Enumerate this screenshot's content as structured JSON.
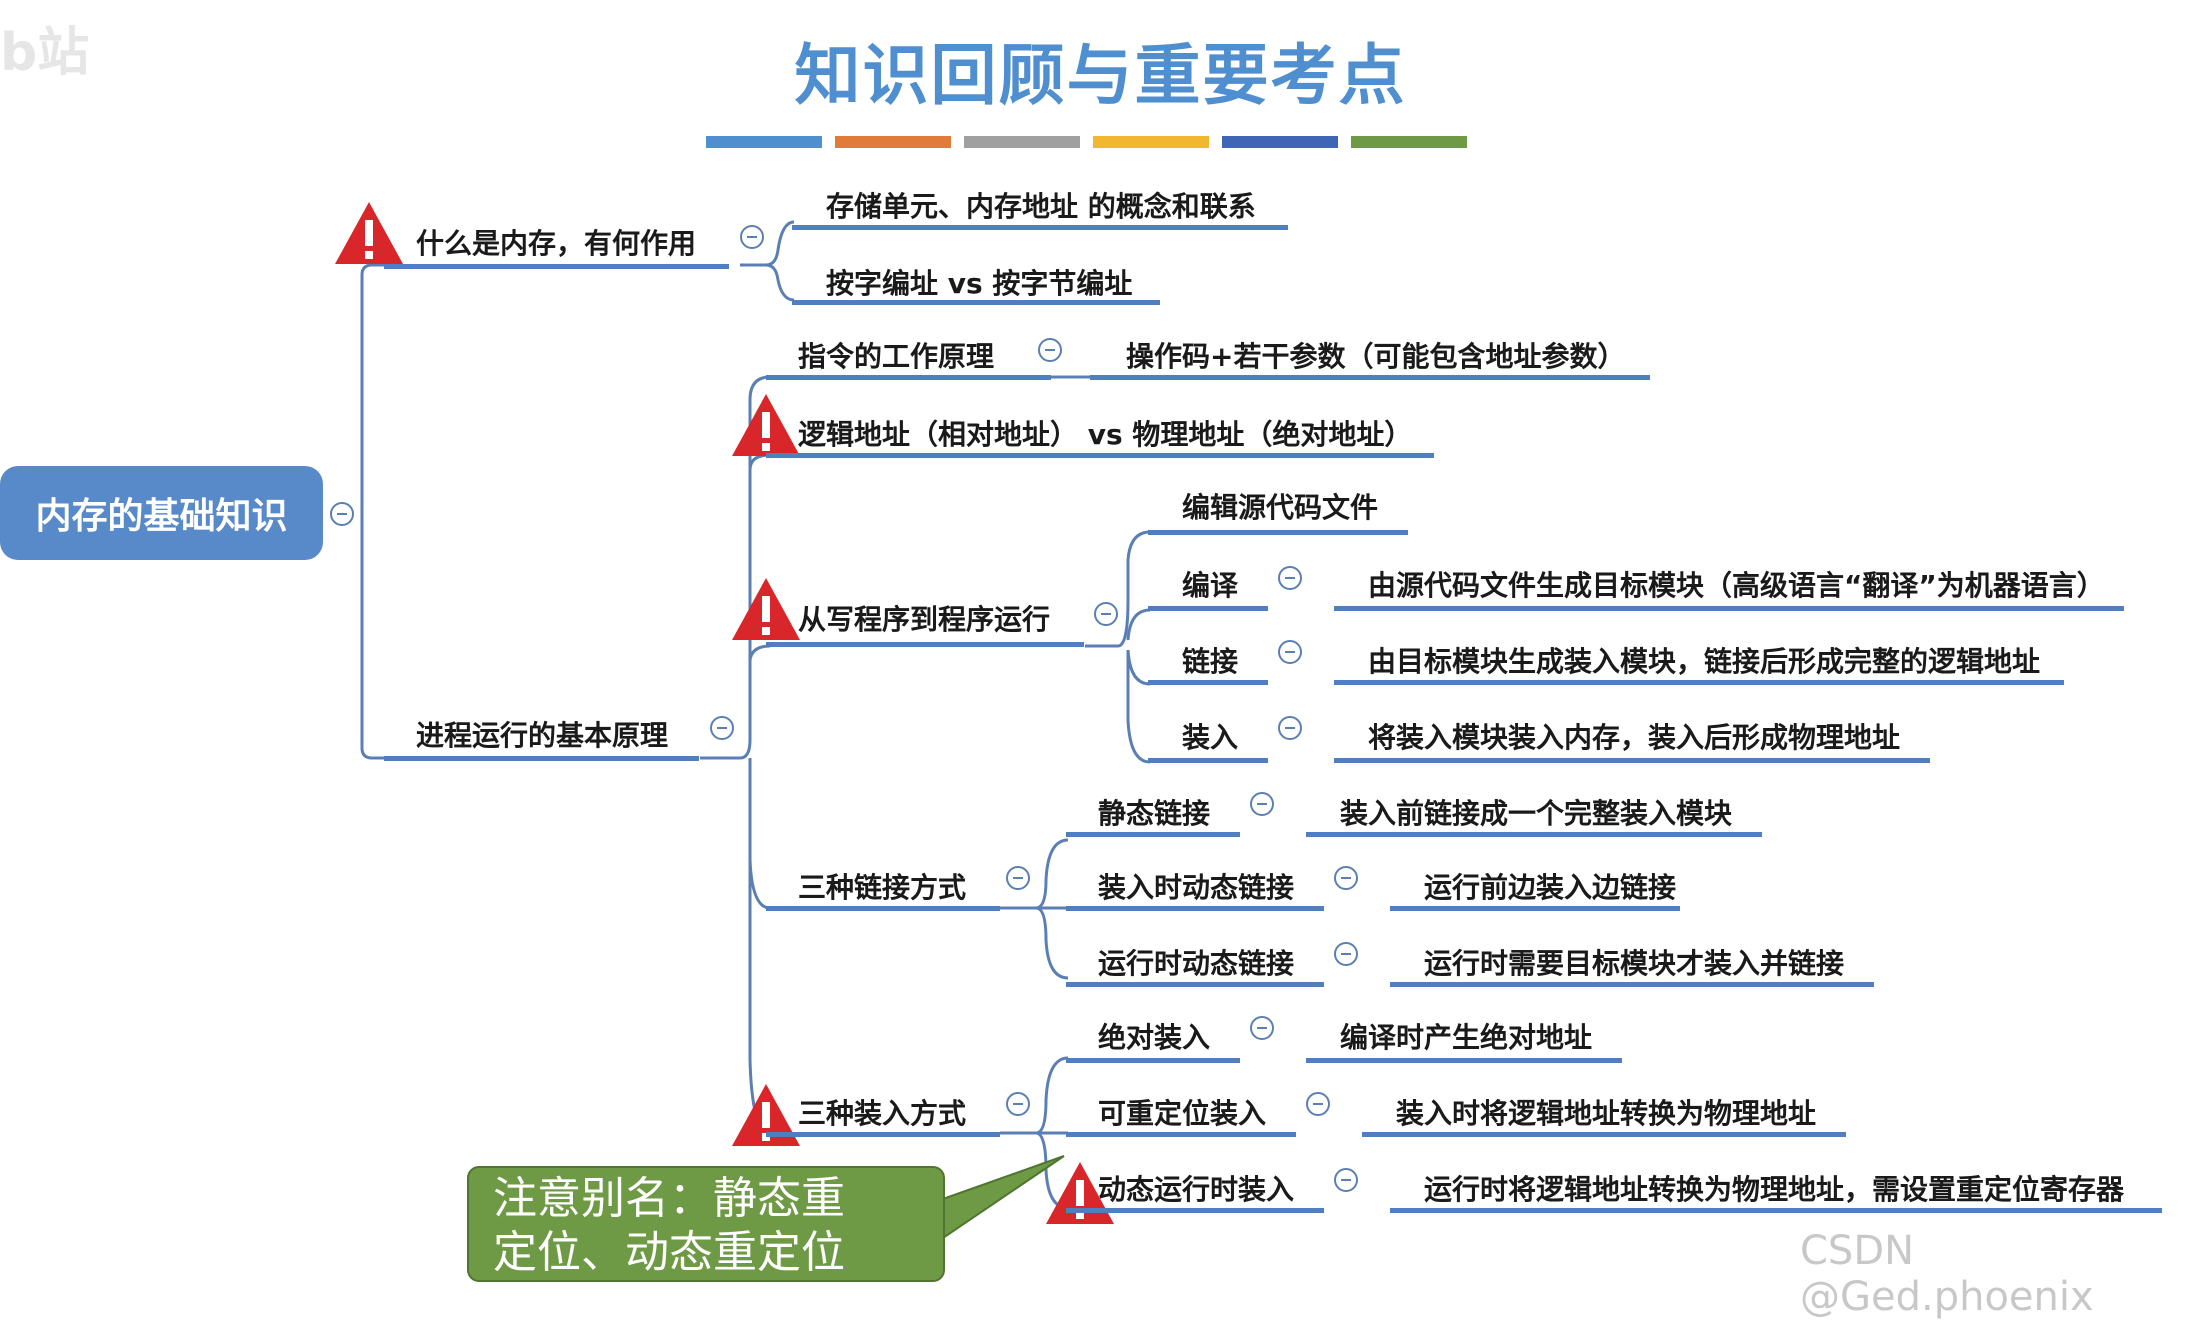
{
  "title": "知识回顾与重要考点",
  "color_bars": [
    "#4f8fcf",
    "#e07b39",
    "#a0a0a0",
    "#f2b731",
    "#3f66b5",
    "#6f9a45"
  ],
  "accent_color": "#4f7fbf",
  "warning_color": "#d9262b",
  "root": {
    "label": "内存的基础知识"
  },
  "branches": {
    "memory_what": {
      "label": "什么是内存，有何作用",
      "children": [
        "存储单元、内存地址 的概念和联系",
        "按字编址 vs 按字节编址"
      ]
    },
    "process_principle": {
      "label": "进程运行的基本原理",
      "instruction": {
        "label": "指令的工作原理",
        "detail": "操作码+若干参数（可能包含地址参数）"
      },
      "logical_physical": {
        "label": "逻辑地址（相对地址） vs 物理地址（绝对地址）"
      },
      "program_run": {
        "label": "从写程序到程序运行",
        "source": "编辑源代码文件",
        "compile": {
          "label": "编译",
          "detail": "由源代码文件生成目标模块（高级语言“翻译”为机器语言）"
        },
        "link": {
          "label": "链接",
          "detail": "由目标模块生成装入模块，链接后形成完整的逻辑地址"
        },
        "load": {
          "label": "装入",
          "detail": "将装入模块装入内存，装入后形成物理地址"
        }
      },
      "link_modes": {
        "label": "三种链接方式",
        "static": {
          "label": "静态链接",
          "detail": "装入前链接成一个完整装入模块"
        },
        "load_time": {
          "label": "装入时动态链接",
          "detail": "运行前边装入边链接"
        },
        "run_time": {
          "label": "运行时动态链接",
          "detail": "运行时需要目标模块才装入并链接"
        }
      },
      "load_modes": {
        "label": "三种装入方式",
        "absolute": {
          "label": "绝对装入",
          "detail": "编译时产生绝对地址"
        },
        "relocatable": {
          "label": "可重定位装入",
          "detail": "装入时将逻辑地址转换为物理地址"
        },
        "dynamic": {
          "label": "动态运行时装入",
          "detail": "运行时将逻辑地址转换为物理地址，需设置重定位寄存器"
        }
      }
    }
  },
  "callout": {
    "line1": "注意别名：静态重",
    "line2": "定位、动态重定位"
  },
  "watermarks": {
    "top_left": "b站",
    "bottom_right": "CSDN @Ged.phoenix"
  }
}
